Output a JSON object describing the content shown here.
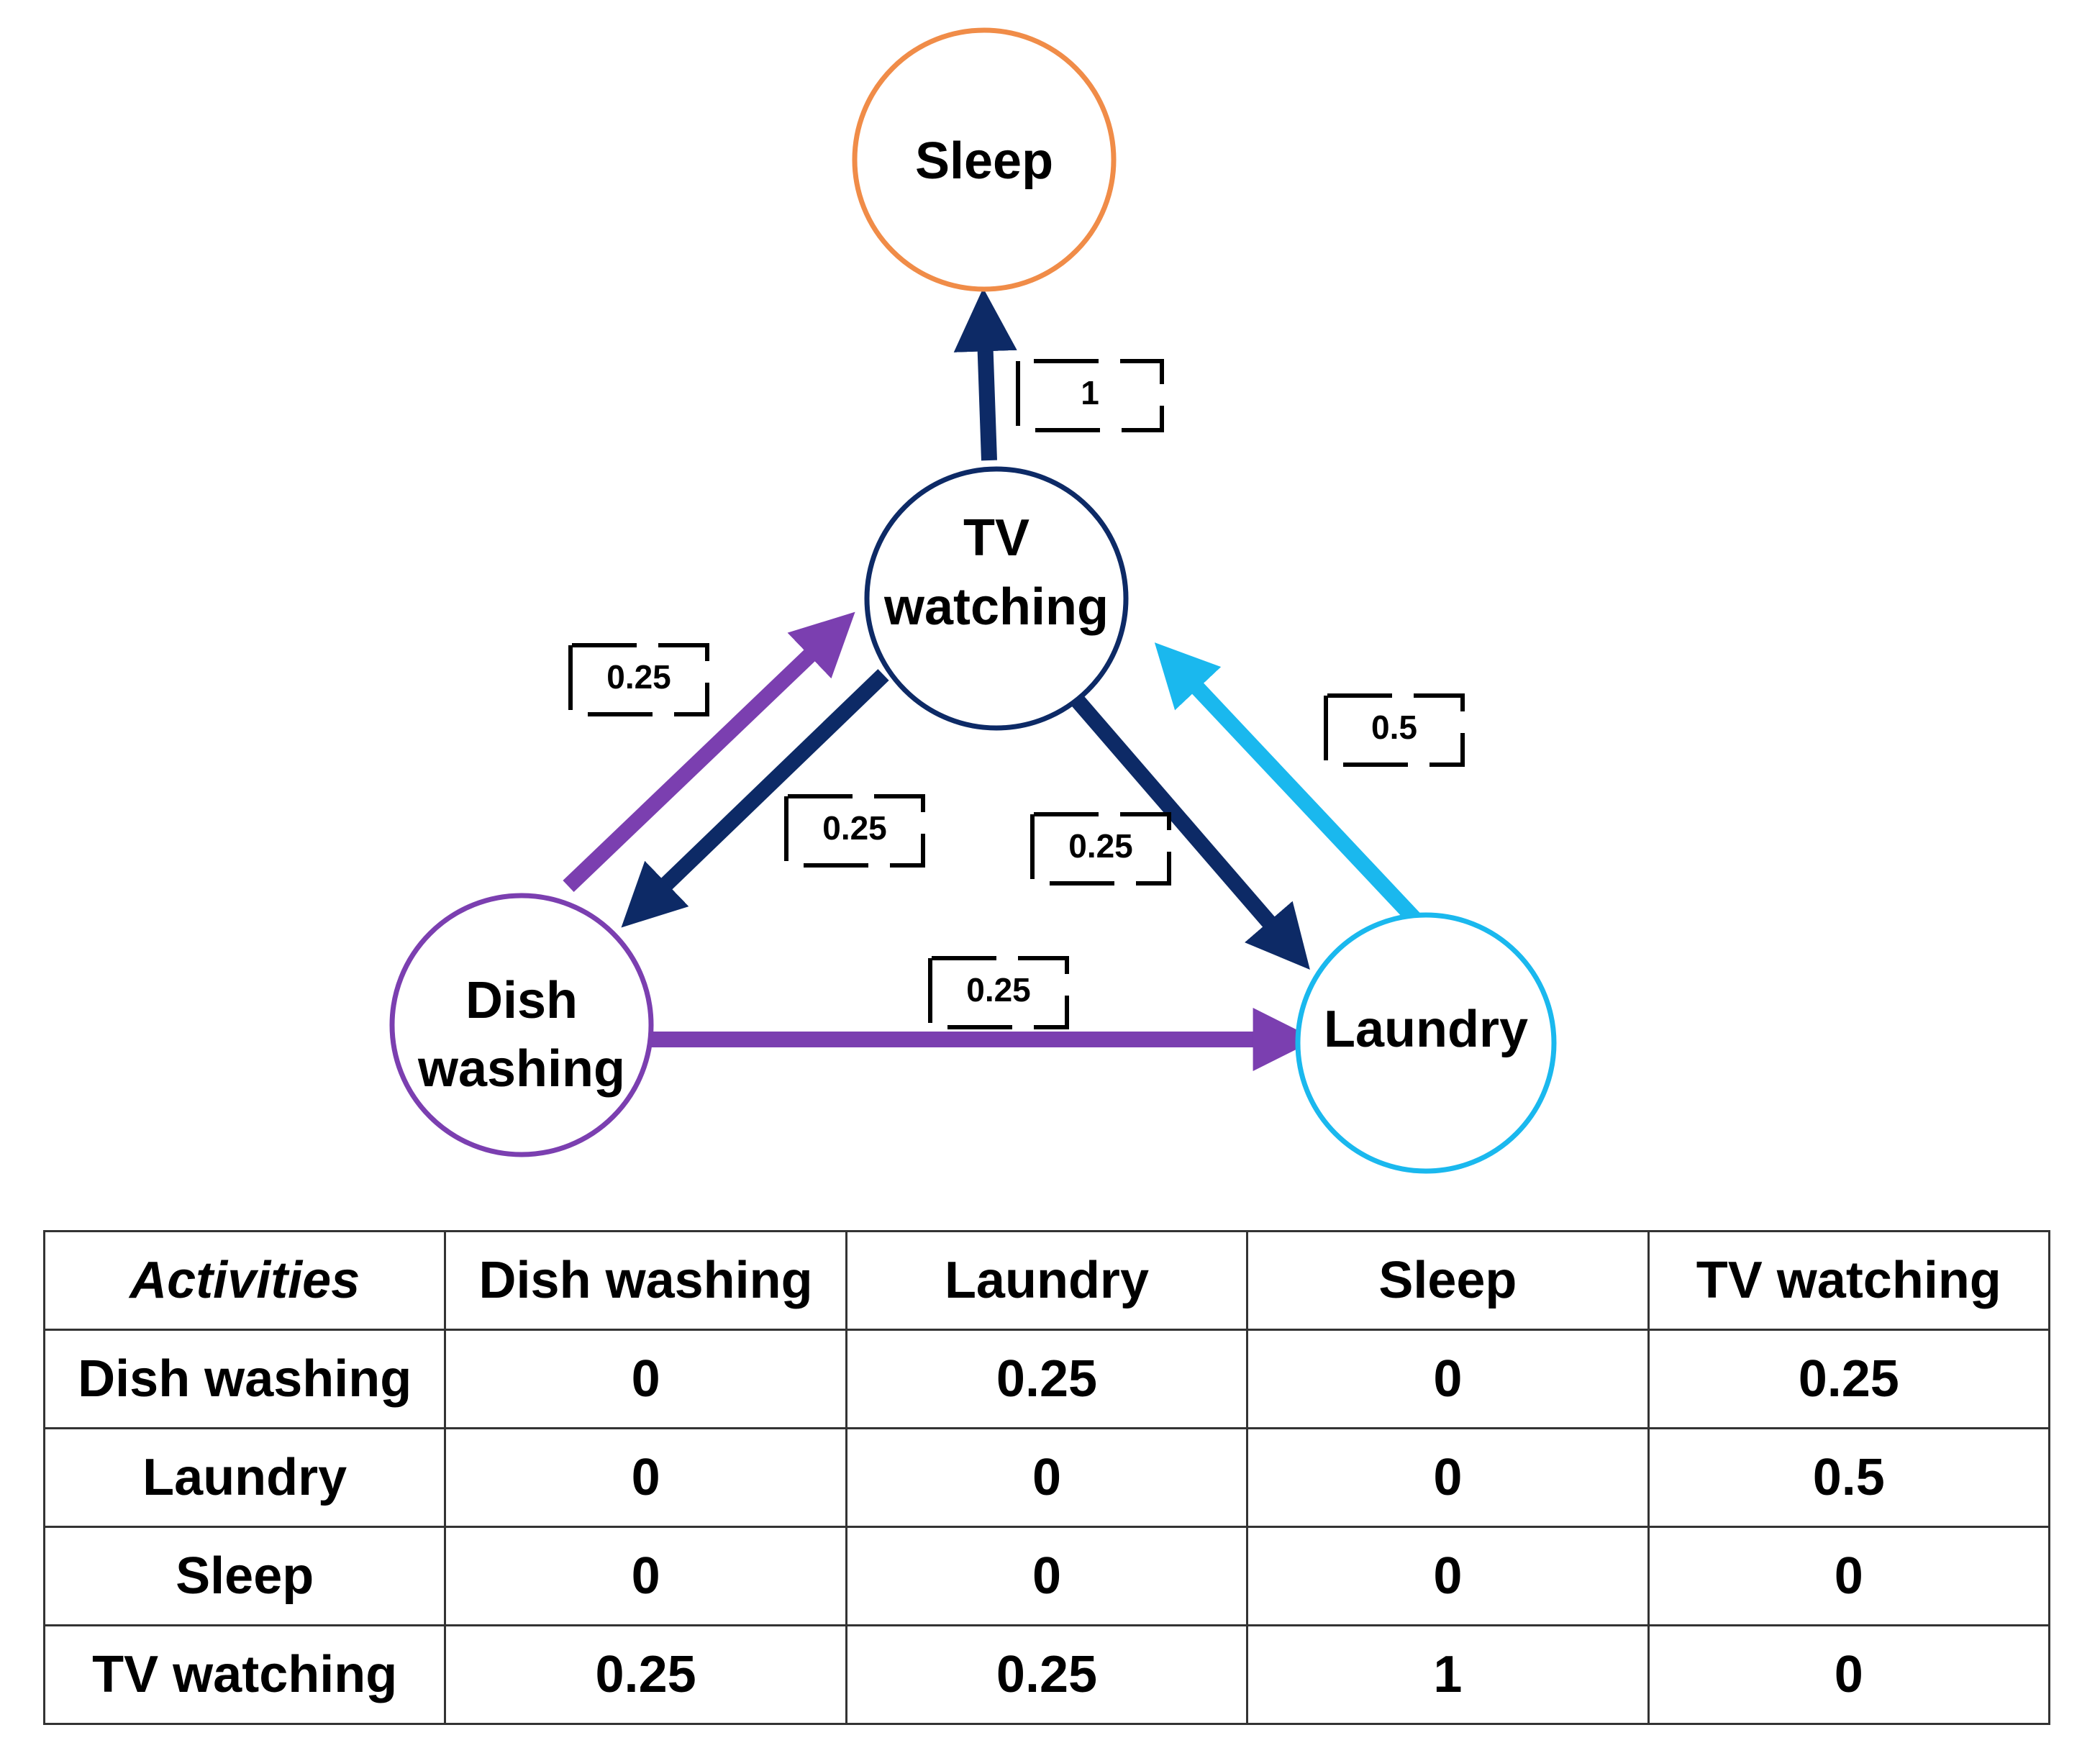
{
  "nodes": {
    "sleep": {
      "label": [
        "Sleep"
      ],
      "color": "#f08c48"
    },
    "tv_watching": {
      "label": [
        "TV",
        "watching"
      ],
      "color": "#0d2a66"
    },
    "dish_washing": {
      "label": [
        "Dish",
        "washing"
      ],
      "color": "#7b3fb0"
    },
    "laundry": {
      "label": [
        "Laundry"
      ],
      "color": "#1ab8ee"
    }
  },
  "edges": {
    "tv_to_sleep": {
      "label": "1",
      "color": "#0d2a66"
    },
    "dish_to_tv": {
      "label": "0.25",
      "color": "#7b3fb0"
    },
    "tv_to_dish": {
      "label": "0.25",
      "color": "#0d2a66"
    },
    "tv_to_laundry": {
      "label": "0.25",
      "color": "#0d2a66"
    },
    "laundry_to_tv": {
      "label": "0.5",
      "color": "#1ab8ee"
    },
    "dish_to_laundry": {
      "label": "0.25",
      "color": "#7b3fb0"
    }
  },
  "table": {
    "corner": "Activities",
    "columns": [
      "Dish washing",
      "Laundry",
      "Sleep",
      "TV watching"
    ],
    "rows": [
      {
        "name": "Dish washing",
        "values": [
          "0",
          "0.25",
          "0",
          "0.25"
        ]
      },
      {
        "name": "Laundry",
        "values": [
          "0",
          "0",
          "0",
          "0.5"
        ]
      },
      {
        "name": "Sleep",
        "values": [
          "0",
          "0",
          "0",
          "0"
        ]
      },
      {
        "name": "TV watching",
        "values": [
          "0.25",
          "0.25",
          "1",
          "0"
        ]
      }
    ]
  }
}
